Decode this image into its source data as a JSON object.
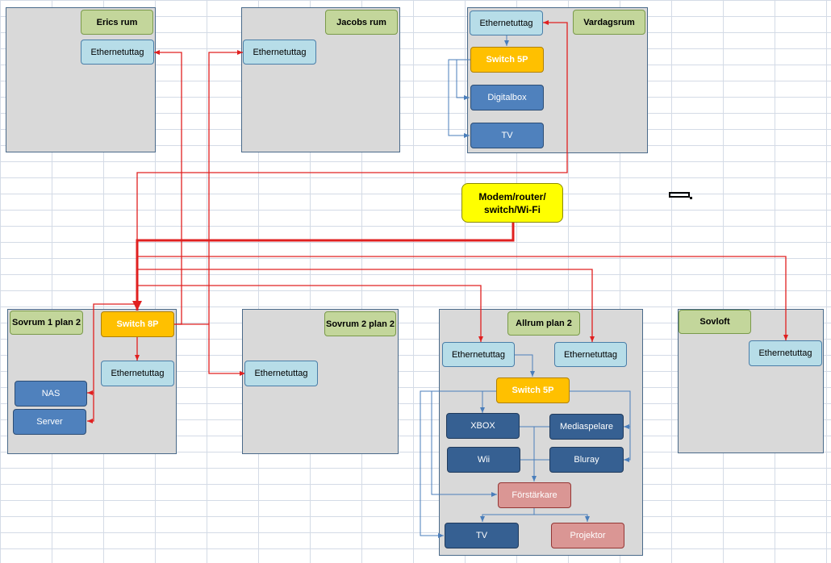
{
  "rooms": {
    "erics": {
      "label": "Erics rum",
      "eth": "Ethernetuttag"
    },
    "jacobs": {
      "label": "Jacobs rum",
      "eth": "Ethernetuttag"
    },
    "vardagsrum": {
      "label": "Vardagsrum",
      "eth": "Ethernetuttag",
      "switch": "Switch 5P",
      "digitalbox": "Digitalbox",
      "tv": "TV"
    },
    "sovrum1": {
      "label": "Sovrum 1 plan 2",
      "switch": "Switch 8P",
      "eth": "Ethernetuttag",
      "nas": "NAS",
      "server": "Server"
    },
    "sovrum2": {
      "label": "Sovrum 2 plan 2",
      "eth": "Ethernetuttag"
    },
    "allrum": {
      "label": "Allrum plan 2",
      "eth1": "Ethernetuttag",
      "eth2": "Ethernetuttag",
      "switch": "Switch 5P",
      "xbox": "XBOX",
      "mediaspelare": "Mediaspelare",
      "wii": "Wii",
      "bluray": "Bluray",
      "forstarkare": "Förstärkare",
      "tv": "TV",
      "projektor": "Projektor"
    },
    "sovloft": {
      "label": "Sovloft",
      "eth": "Ethernetuttag"
    }
  },
  "modem": {
    "line1": "Modem/router/",
    "line2": "switch/Wi-Fi"
  },
  "colors": {
    "red": "#e02020",
    "blue": "#4a7ebb"
  }
}
